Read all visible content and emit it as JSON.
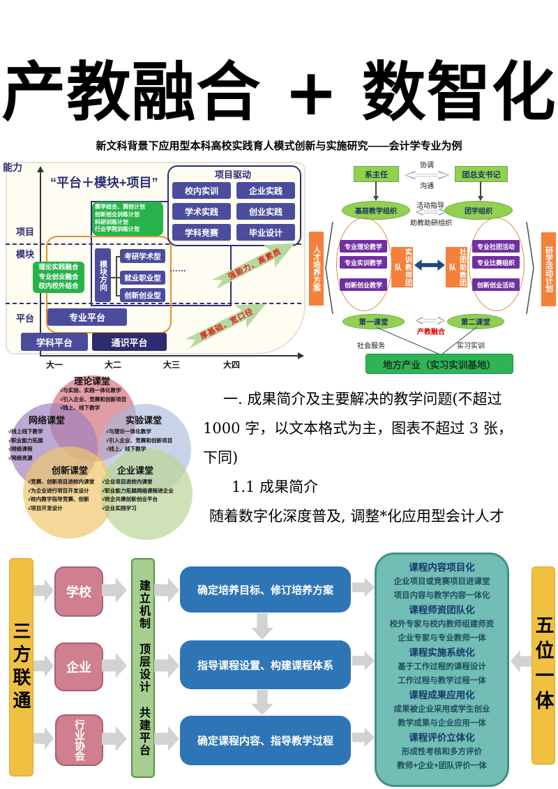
{
  "header": {
    "title": "产教融合 + 数智化",
    "subtitle": "新文科背景下应用型本科高校实践育人模式创新与实施研究——会计学专业为例"
  },
  "platform_chart": {
    "y_axis_label": "能力",
    "quote_title": "“平台＋模块+项目”",
    "row_labels": [
      "项目",
      "模块",
      "平台"
    ],
    "x_ticks": [
      "大一",
      "大二",
      "大三",
      "大四"
    ],
    "project_driven_title": "项目驱动",
    "project_items": [
      "校内实训",
      "企业实践",
      "学术实践",
      "创业实践",
      "学科竞赛",
      "毕业设计"
    ],
    "plan_lines": [
      "赛学结合、赛创计划",
      "创新创业训练计划",
      "科研训练计划",
      "行业学院训练计划"
    ],
    "fusion_lines": [
      "理论实践融合",
      "专业创业融合",
      "校内校外结合"
    ],
    "module_direction": "模块方向",
    "module_types": [
      "考研学术型",
      "就业职业型",
      "创新创业型"
    ],
    "ellipsis": "……",
    "major_platform": "专业平台",
    "subject_platform": "学科平台",
    "general_platform": "通识平台",
    "arrow_upper": "强能力、高素质",
    "arrow_lower": "厚基础、宽口径"
  },
  "org_chart": {
    "dept_head": "系主任",
    "league_secretary": "团总支书记",
    "coordinate": "协调",
    "communicate": "沟通",
    "teaching_org": "基层教学组织",
    "league_org": "团学组织",
    "activity_guide": "活动指导",
    "assist_org": "助教助研组织",
    "left_bar": "人才培养方案",
    "right_bar": "研学活动计划",
    "left_items": [
      "专业理论教学",
      "专业实训教学",
      "创新创业教学"
    ],
    "trainer_team": "实训教师团队",
    "club_team": "社团助教团队",
    "right_items": [
      "专业社团活动",
      "专业比赛组织",
      "创新创业活动"
    ],
    "first_class": "第一课堂",
    "second_class": "第二课堂",
    "fusion_label": "产教融合",
    "social_service": "社会服务",
    "internship": "实习实训",
    "local_industry": "地方产业（实习实训基地）"
  },
  "venn": {
    "circles": [
      {
        "title": "理论课堂",
        "bullets": [
          "√与实验、实践一体化教学",
          "√引入企业、竞赛和创新项目",
          "√线上、线下教学"
        ]
      },
      {
        "title": "网络课堂",
        "bullets": [
          "√线上线下教学",
          "√职业能力拓展",
          "√网络课程",
          "√网络资源"
        ]
      },
      {
        "title": "实验课堂",
        "bullets": [
          "√与理论一体化教学",
          "√引入企业、竞赛和创新项目",
          "√线上、线下教学"
        ]
      },
      {
        "title": "创新课堂",
        "bullets": [
          "√竞赛、创新项目进校内课堂",
          "√为企业进行项目开发设计",
          "√校内教学指导竞赛、创新",
          "√项目开发设计"
        ]
      },
      {
        "title": "企业课堂",
        "bullets": [
          "√企业项目进校内课堂",
          "√职业能力拓展网络课程进企业",
          "√校企共建创新创业平台",
          "√企业实践学习"
        ]
      }
    ]
  },
  "body_text": {
    "lines": [
      "一. 成果简介及主要解决的教学问题(不超过",
      "1000 字，以文本格式为主，图表不超过 3 张，",
      "下同)",
      "1.1 成果简介",
      "随着数字化深度普及, 调整*化应用型会计人才"
    ]
  },
  "flow": {
    "left_bar": "三方联通",
    "actors": [
      "学校",
      "企业",
      "行业协会"
    ],
    "mechanism_bar": "建立机制 顶层设计 共建平台",
    "steps": [
      "确定培养目标、修订培养方案",
      "指导课程设置、构建课程体系",
      "确定课程内容、指导教学过程"
    ],
    "outcomes": [
      {
        "h": "课程内容项目化",
        "l1": "企业项目或竞赛项目进课堂",
        "l2": "项目内容与教学内容一体化"
      },
      {
        "h": "课程师资团队化",
        "l1": "校外专家与校内教师组建师资",
        "l2": "企业专家与专业教师一体"
      },
      {
        "h": "课程实施系统化",
        "l1": "基于工作过程的课程设计",
        "l2": "工作过程与教学过程一体"
      },
      {
        "h": "课程成果应用化",
        "l1": "成果被企业采用或学生创业",
        "l2": "教学成果与企业应用一体"
      },
      {
        "h": "课程评价立体化",
        "l1": "形成性考核和多方评价",
        "l2": "教师+企业+团队评价一体"
      }
    ],
    "right_bar": "五位一体"
  }
}
